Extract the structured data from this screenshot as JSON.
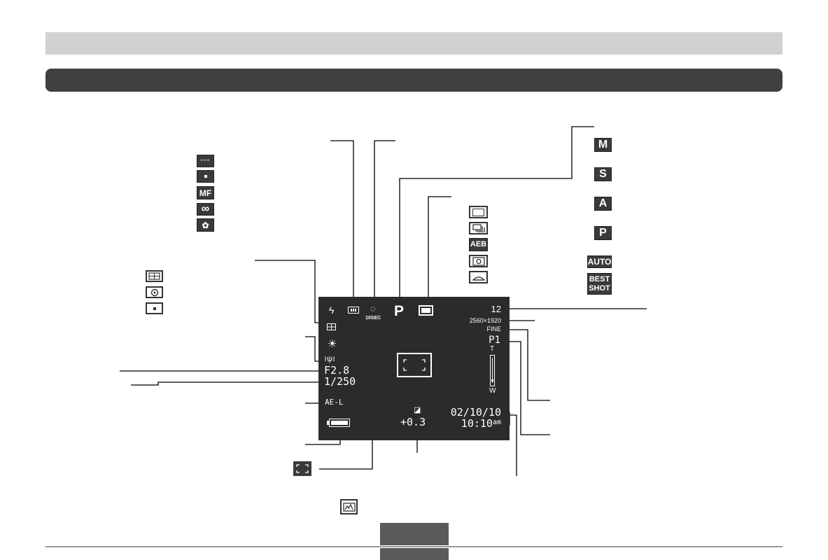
{
  "lcd": {
    "shots_remaining": "12",
    "image_size": "2560×1920",
    "quality": "FINE",
    "aperture": "F2.8",
    "shutter_speed": "1/250",
    "ae_lock": "AE-L",
    "mode": "P",
    "exposure_comp": "+0.3",
    "date": "02/10/10",
    "time": "10:10",
    "time_suffix": "am",
    "self_timer": "10SEC",
    "preset": "P1",
    "zoom_tele": "T",
    "zoom_wide": "W"
  },
  "mode_icons": [
    "M",
    "S",
    "A",
    "P",
    "AUTO",
    "BEST SHOT"
  ],
  "drive_icons": [
    "single-shot",
    "continuous",
    "AEB",
    "multi-shot",
    "panorama"
  ],
  "focus_icons": [
    "autofocus",
    "spot",
    "MF",
    "infinity",
    "macro"
  ],
  "metering_icons": [
    "multi-pattern",
    "center-weighted",
    "spot"
  ],
  "icons": {
    "flash": "flash-icon",
    "timer": "self-timer-icon",
    "white_balance": "sun-icon",
    "anti_shake": "anti-shake-icon",
    "ev": "ev-icon",
    "battery": "battery-icon",
    "focus_frame": "focus-frame-icon",
    "histogram": "histogram-icon"
  },
  "colors": {
    "header_bar": "#d1d1d1",
    "section_bar": "#414141",
    "lcd_bg": "#2b2b2b",
    "icon_bg": "#3a3a3a",
    "page_tab": "#5a5a5a"
  }
}
